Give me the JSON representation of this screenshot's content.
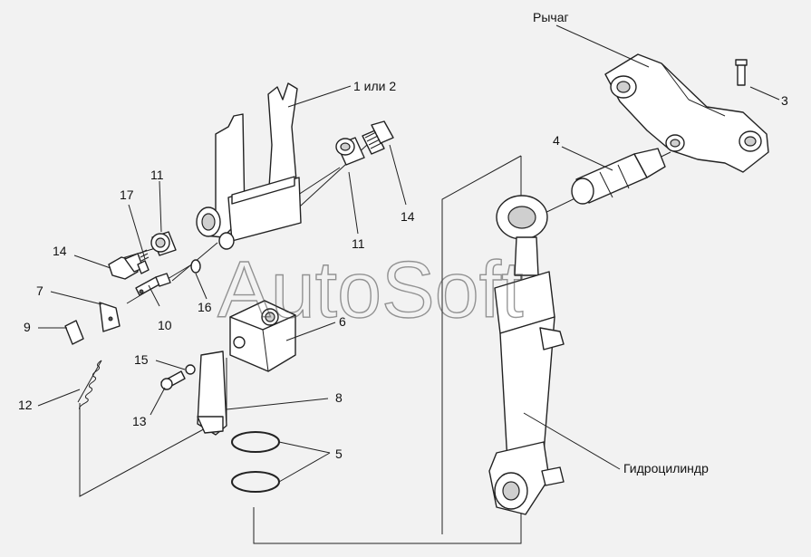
{
  "watermark": "AutoSoft",
  "labels": {
    "lever": "Рычаг",
    "cylinder": "Гидроцилиндр",
    "p1or2": "1 или 2",
    "p3": "3",
    "p4": "4",
    "p5": "5",
    "p6": "6",
    "p7": "7",
    "p8": "8",
    "p9": "9",
    "p10": "10",
    "p11a": "11",
    "p11b": "11",
    "p12": "12",
    "p13": "13",
    "p14a": "14",
    "p14b": "14",
    "p15": "15",
    "p16": "16",
    "p17": "17"
  }
}
